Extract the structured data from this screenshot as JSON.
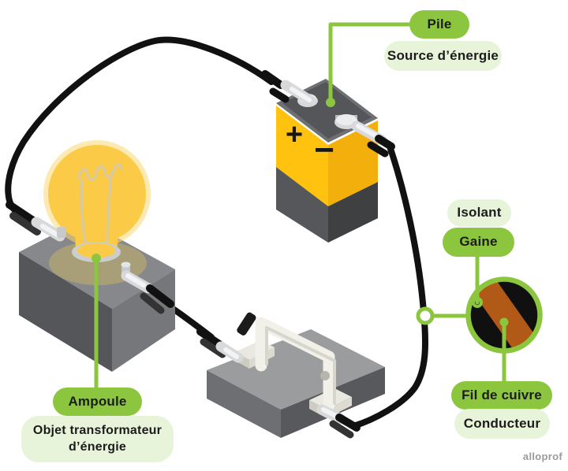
{
  "labels": {
    "battery": {
      "name": "Pile",
      "category": "Source d’énergie"
    },
    "bulb": {
      "name": "Ampoule",
      "category": "Objet transformateur d’énergie"
    },
    "sheath": {
      "name": "Gaine",
      "category": "Isolant"
    },
    "copper": {
      "name": "Fil de cuivre",
      "category": "Conducteur"
    }
  },
  "battery_markings": {
    "plus": "+",
    "minus": "−"
  },
  "watermark": "alloprof",
  "colors": {
    "accent_green": "#8CC63E",
    "pill_light_green": "#E7F4DA",
    "battery_yellow": "#FFC20E",
    "copper": "#B15A17",
    "wire_black": "#111111",
    "text": "#1c1c1c"
  }
}
